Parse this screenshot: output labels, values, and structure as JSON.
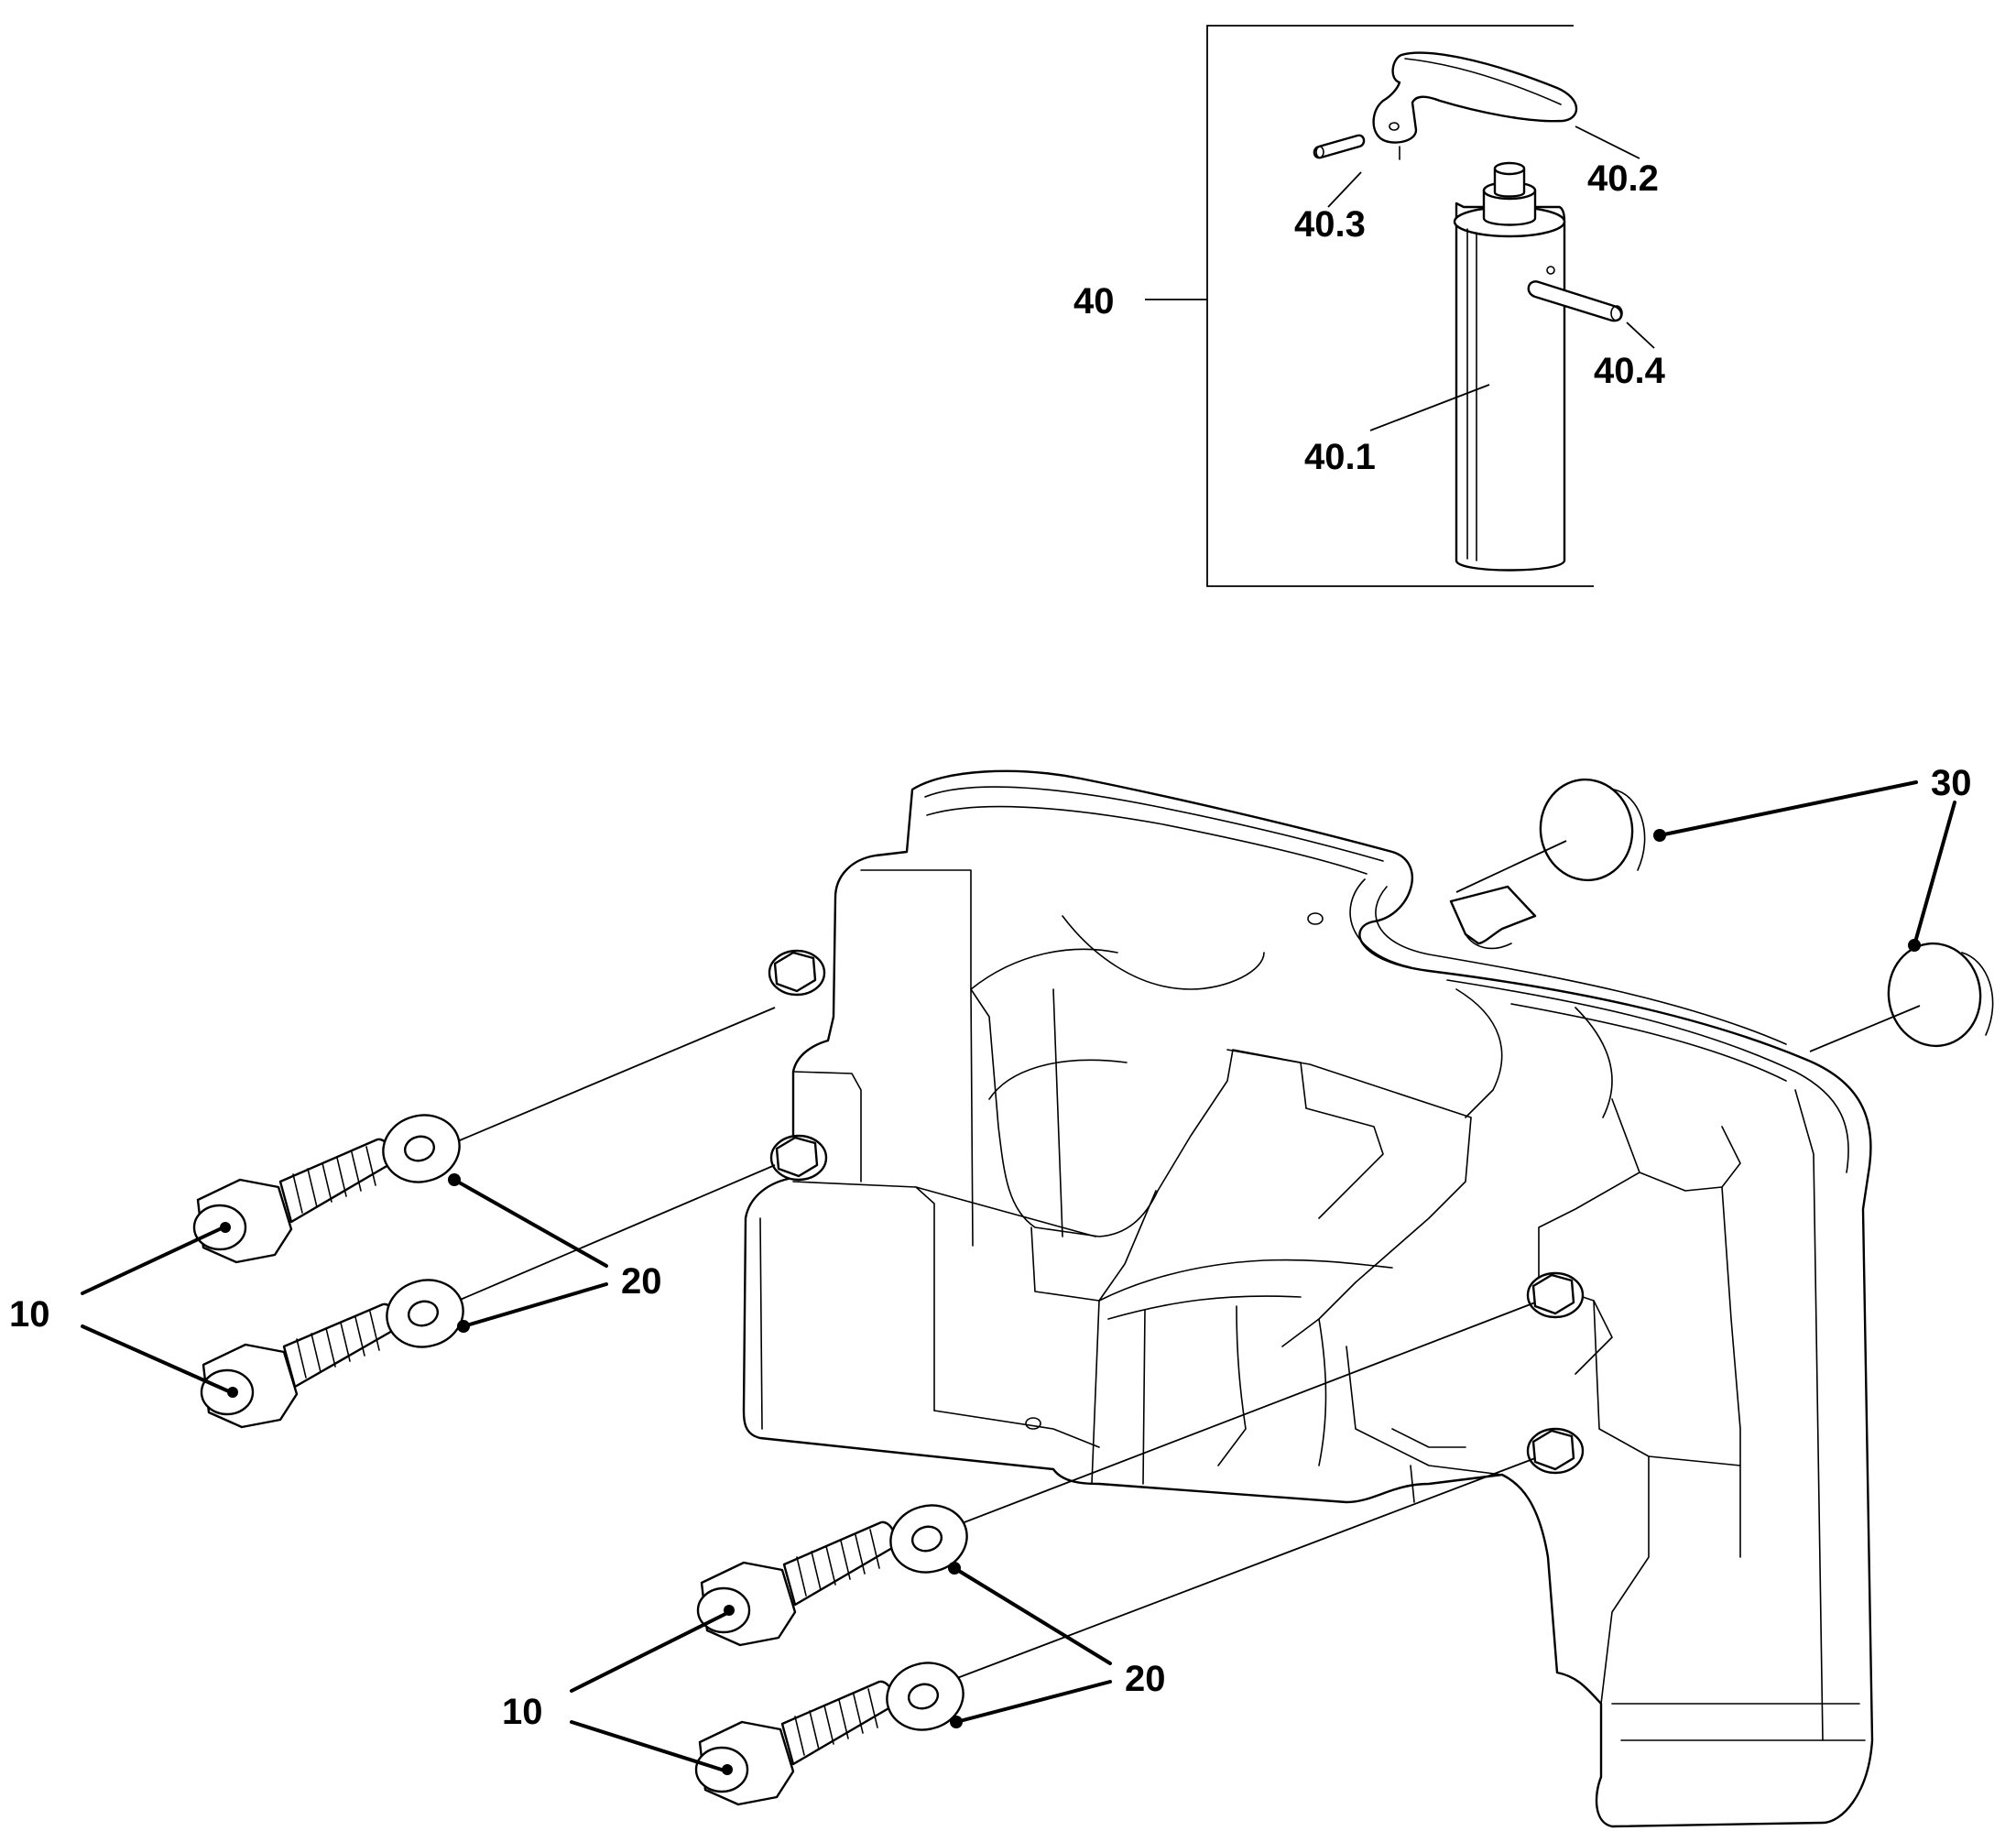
{
  "callouts": {
    "c40": "40",
    "c40_1": "40.1",
    "c40_2": "40.2",
    "c40_3": "40.3",
    "c40_4": "40.4",
    "c30": "30",
    "c10_left": "10",
    "c20_left": "20",
    "c10_bottom": "10",
    "c20_bottom": "20"
  }
}
